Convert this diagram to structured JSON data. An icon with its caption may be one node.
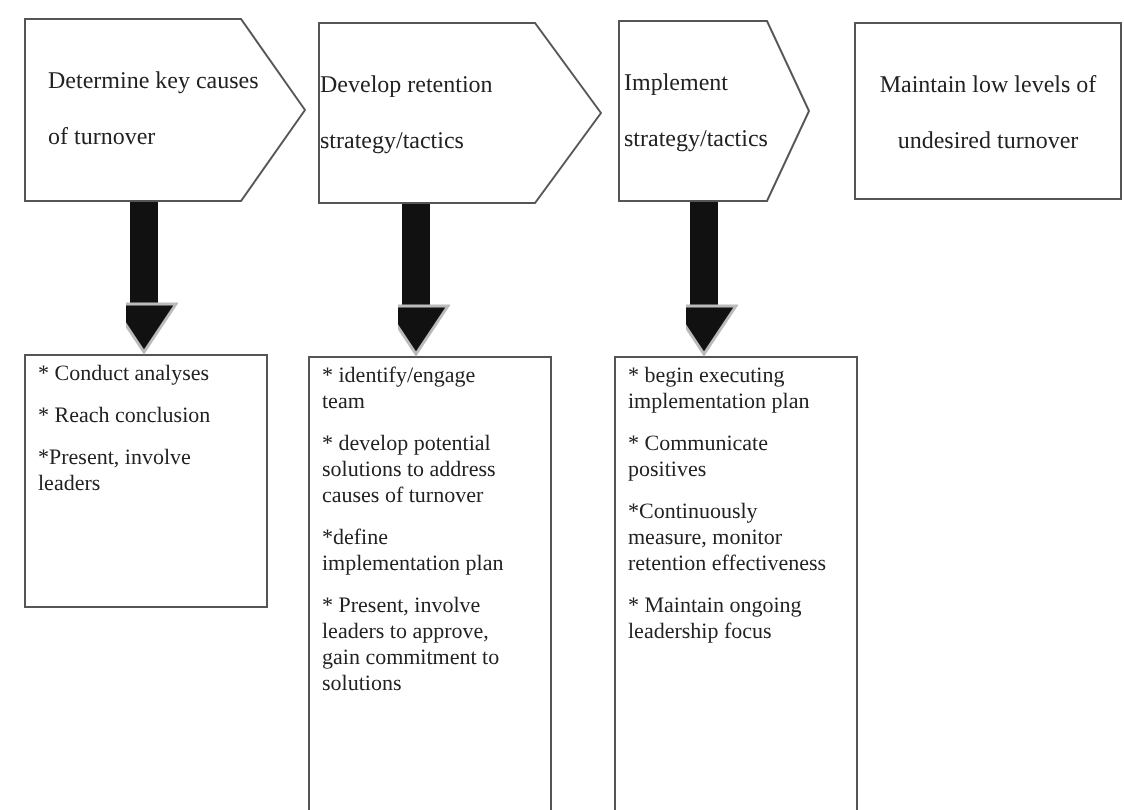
{
  "diagram": {
    "nodes": [
      {
        "text": [
          "Determine key causes of turnover"
        ]
      },
      {
        "text": [
          "Develop retention strategy/tactics"
        ]
      },
      {
        "text": [
          "Implement strategy/tactics"
        ]
      },
      {
        "text": [
          "Maintain low levels of undesired turnover"
        ]
      },
      {
        "text": [
          "* Conduct analyses",
          "* Reach conclusion",
          "*Present, involve leaders"
        ]
      },
      {
        "text": [
          "* identify/engage team",
          "* develop potential solutions to address causes of turnover",
          "*define implementation plan",
          "* Present, involve leaders to approve, gain commitment to solutions"
        ]
      },
      {
        "text": [
          "* begin executing implementation plan",
          "* Communicate positives",
          "*Continuously measure, monitor retention effectiveness",
          "* Maintain ongoing leadership focus"
        ]
      }
    ],
    "edges": [
      {
        "from": 0,
        "to": 4,
        "arrow": "to"
      },
      {
        "from": 1,
        "to": 5,
        "arrow": "to"
      },
      {
        "from": 2,
        "to": 6,
        "arrow": "to"
      }
    ]
  }
}
